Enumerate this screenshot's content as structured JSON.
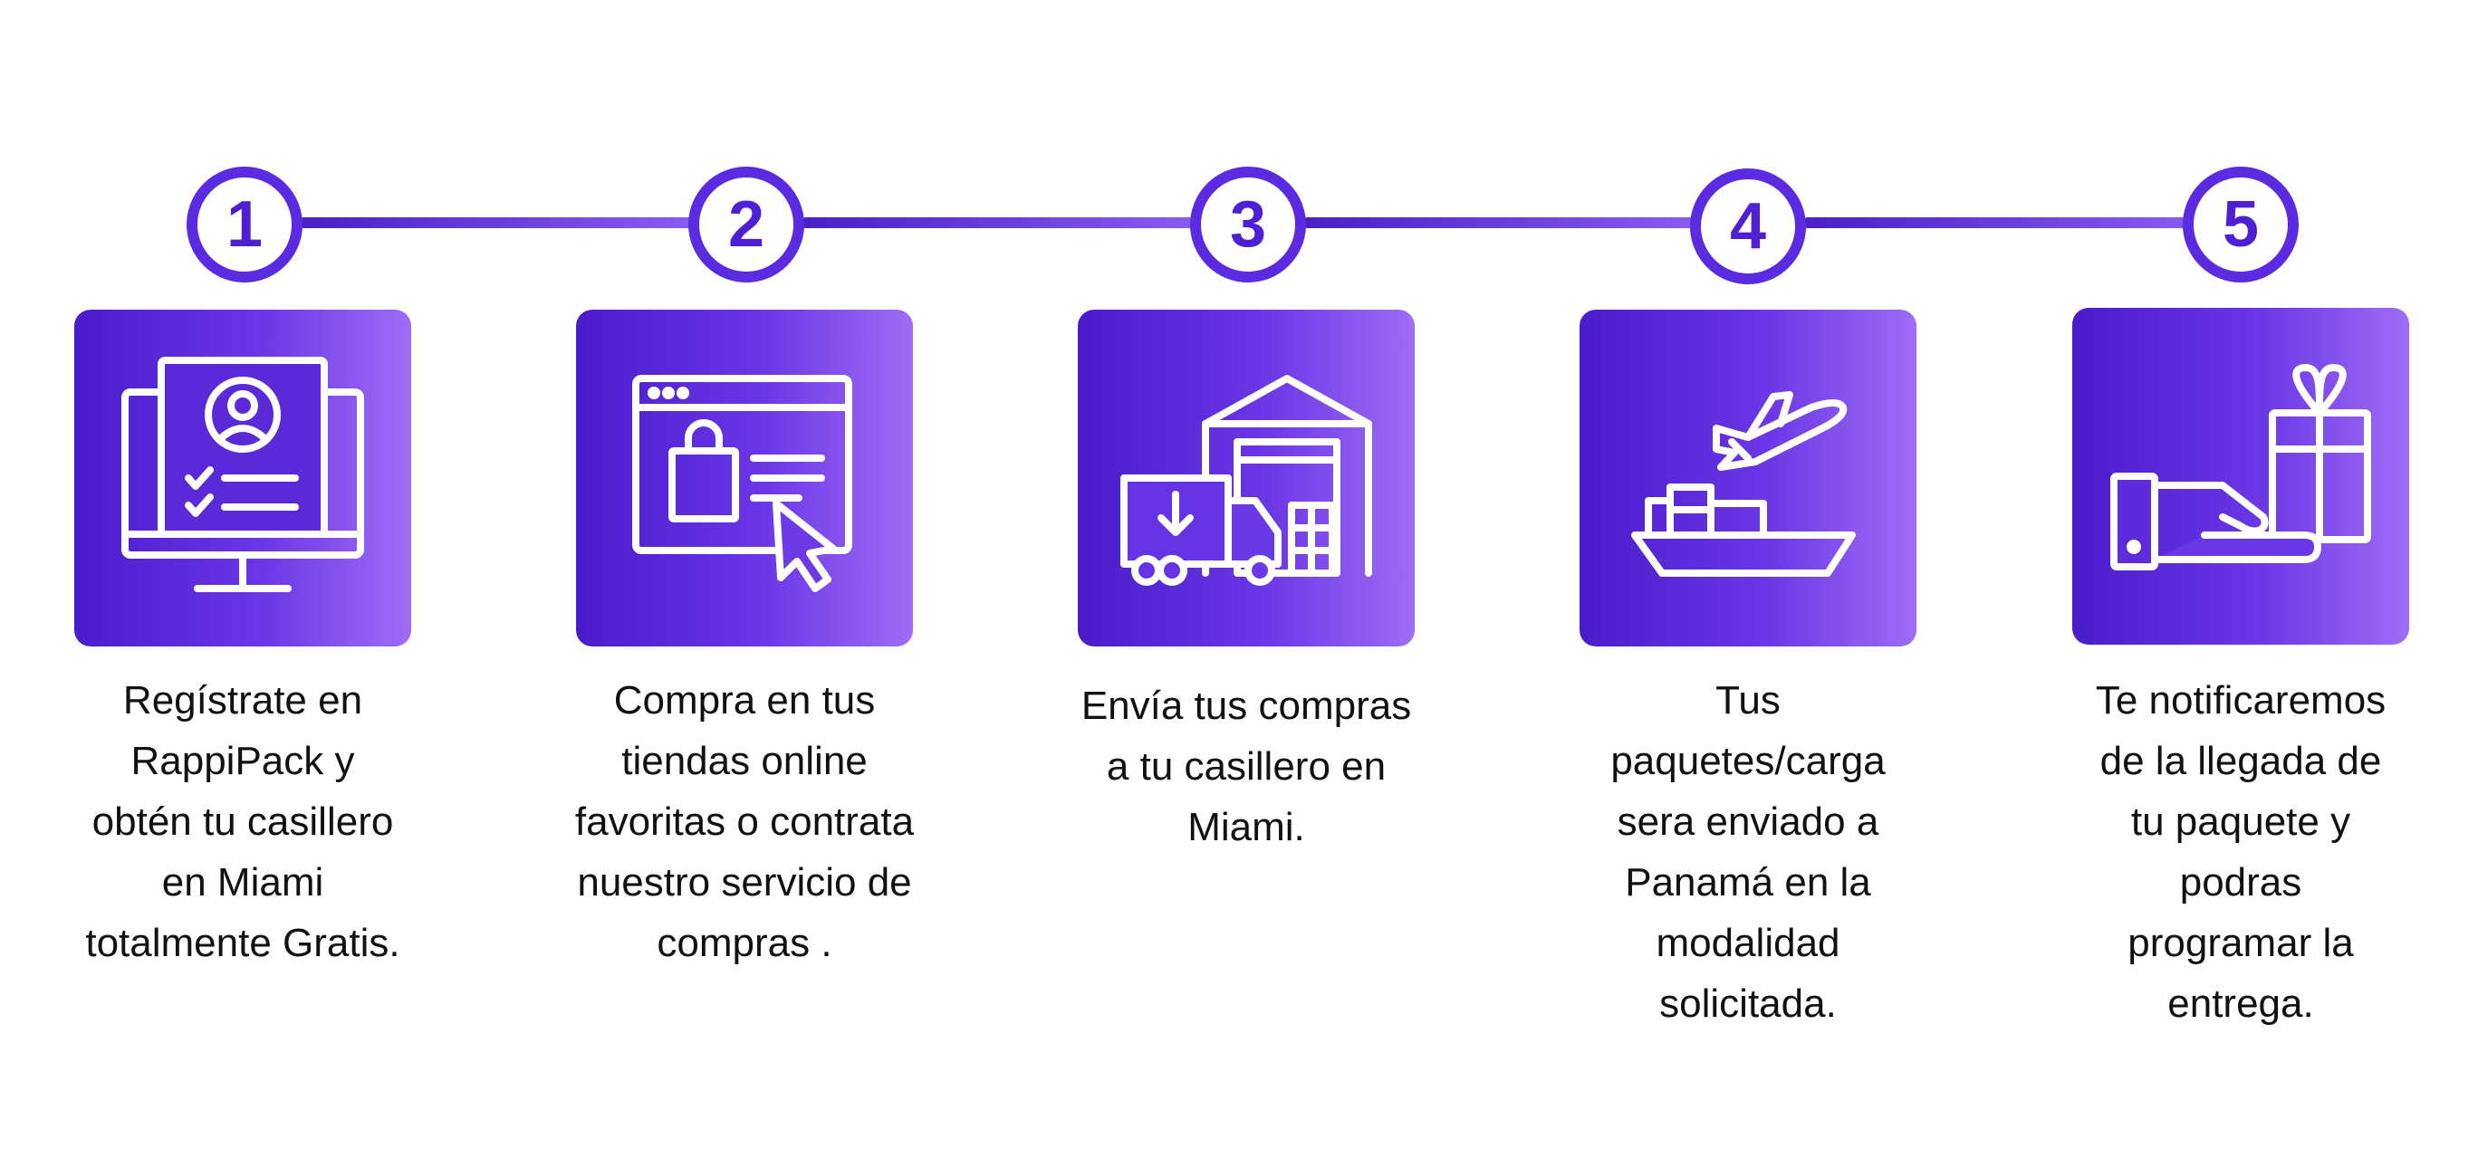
{
  "theme": {
    "accent": "#5a2be0",
    "gradient_start": "#4a1cc9",
    "gradient_end": "#9f6cf5",
    "text": "#111111",
    "background": "#ffffff"
  },
  "steps": [
    {
      "number": "1",
      "icon": "monitor-user-profile-icon",
      "lines": [
        "Regístrate en",
        "RappiPack y",
        "obtén tu casillero",
        "en Miami",
        "totalmente Gratis."
      ]
    },
    {
      "number": "2",
      "icon": "online-shopping-browser-icon",
      "lines": [
        "Compra en tus",
        "tiendas online",
        "favoritas o contrata",
        "nuestro servicio de",
        "compras ."
      ]
    },
    {
      "number": "3",
      "icon": "delivery-truck-warehouse-icon",
      "lines": [
        "Envía tus compras",
        "a tu casillero en",
        "Miami."
      ]
    },
    {
      "number": "4",
      "icon": "airplane-ship-cargo-icon",
      "lines": [
        "Tus",
        "paquetes/carga",
        "sera enviado a",
        "Panamá en la",
        "modalidad",
        "solicitada."
      ]
    },
    {
      "number": "5",
      "icon": "hand-gift-delivery-icon",
      "lines": [
        "Te notificaremos",
        "de la llegada de",
        "tu paquete y",
        "podras",
        "programar la",
        "entrega."
      ]
    }
  ]
}
